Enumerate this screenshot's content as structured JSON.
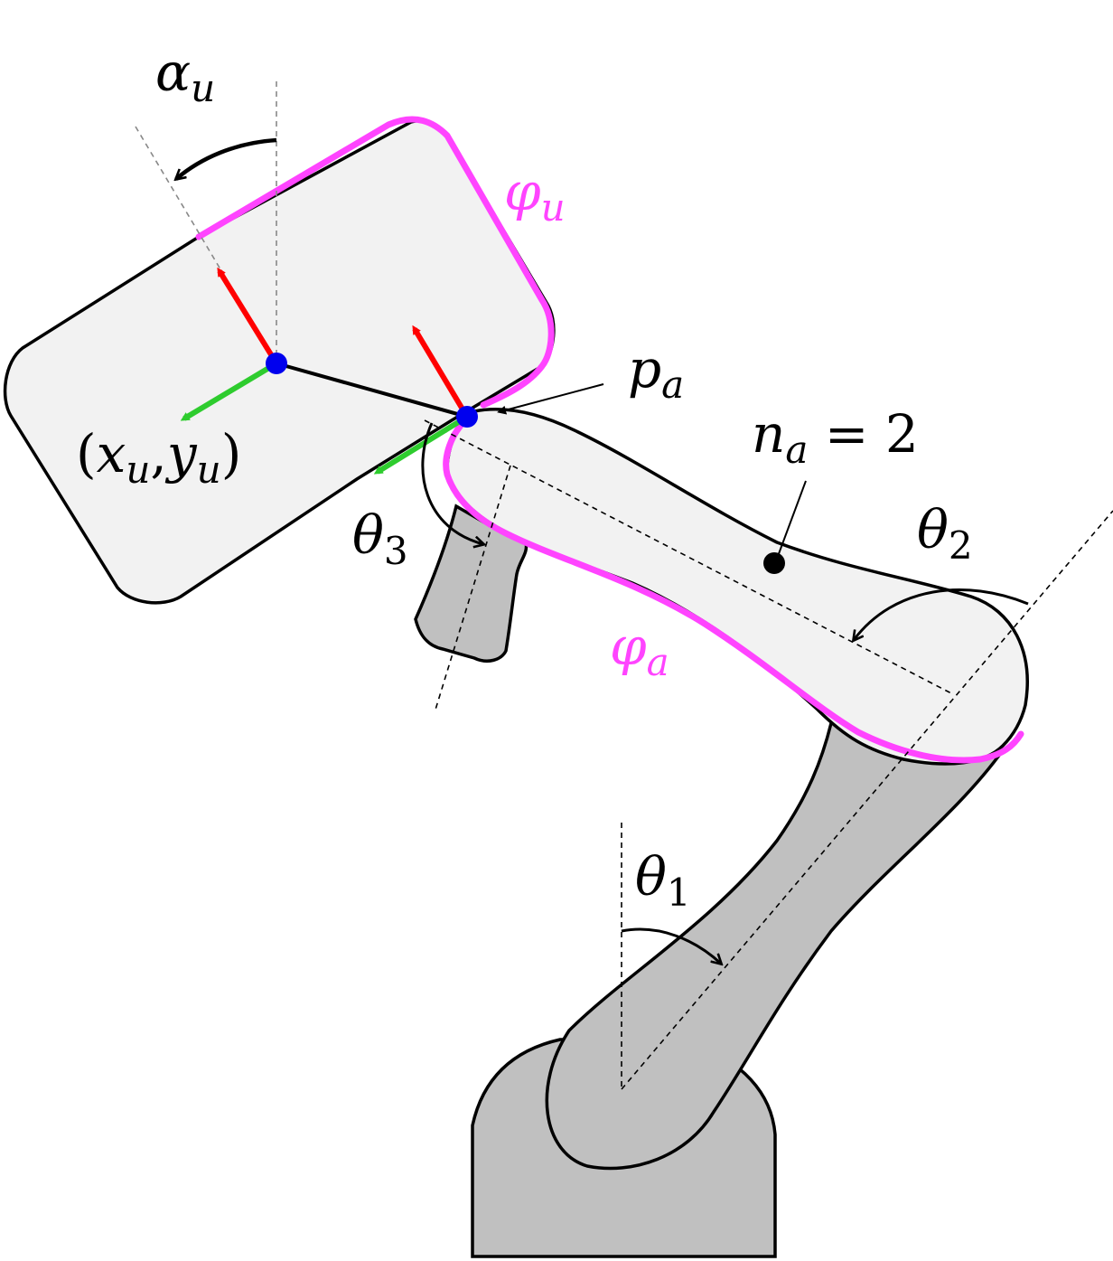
{
  "colors": {
    "contour": "#ff44ff",
    "robot_fill": "#c0c0c0",
    "object_fill": "#f2f2f2",
    "outline": "#000000",
    "axis_x": "#ff0000",
    "axis_y": "#2ecc2e",
    "frame_point": "#0000ee"
  },
  "labels": {
    "alpha_u": {
      "base": "α",
      "sub": "u"
    },
    "phi_u": {
      "base": "φ",
      "sub": "u"
    },
    "p_a": {
      "base": "p",
      "sub": "a"
    },
    "n_a": {
      "base": "n",
      "sub": "a",
      "rest": " = 2"
    },
    "xy_u": {
      "open": "(",
      "x": "x",
      "xs": "u",
      "comma": ",",
      "y": "y",
      "ys": "u",
      "close": ")"
    },
    "theta_3": {
      "base": "θ",
      "sub": "3"
    },
    "theta_2": {
      "base": "θ",
      "sub": "2"
    },
    "theta_1": {
      "base": "θ",
      "sub": "1"
    },
    "phi_a": {
      "base": "φ",
      "sub": "a"
    }
  }
}
